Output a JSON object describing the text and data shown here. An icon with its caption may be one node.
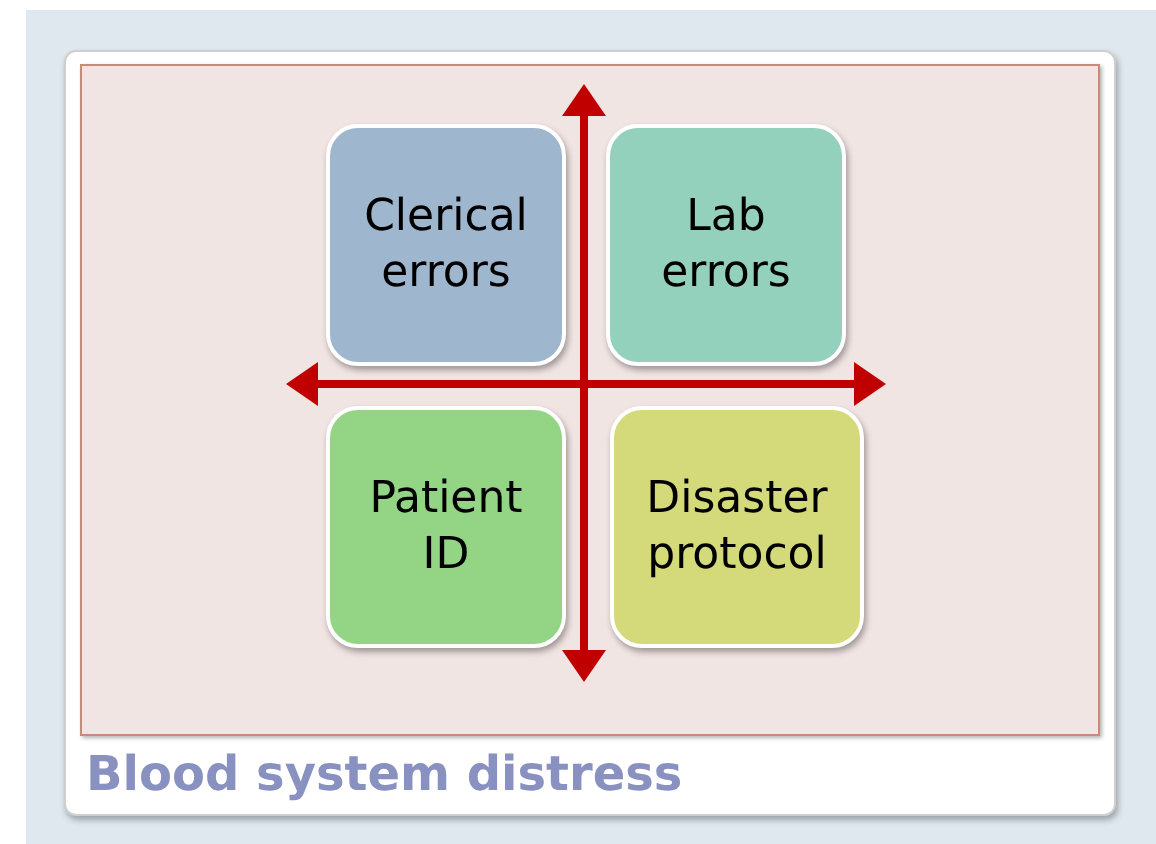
{
  "diagram": {
    "caption": "Blood system distress",
    "nodes": [
      {
        "text": [
          "Clerical errors"
        ]
      },
      {
        "text": [
          "Lab errors"
        ]
      },
      {
        "text": [
          "Patient ID"
        ]
      },
      {
        "text": [
          "Disaster protocol"
        ]
      }
    ]
  }
}
